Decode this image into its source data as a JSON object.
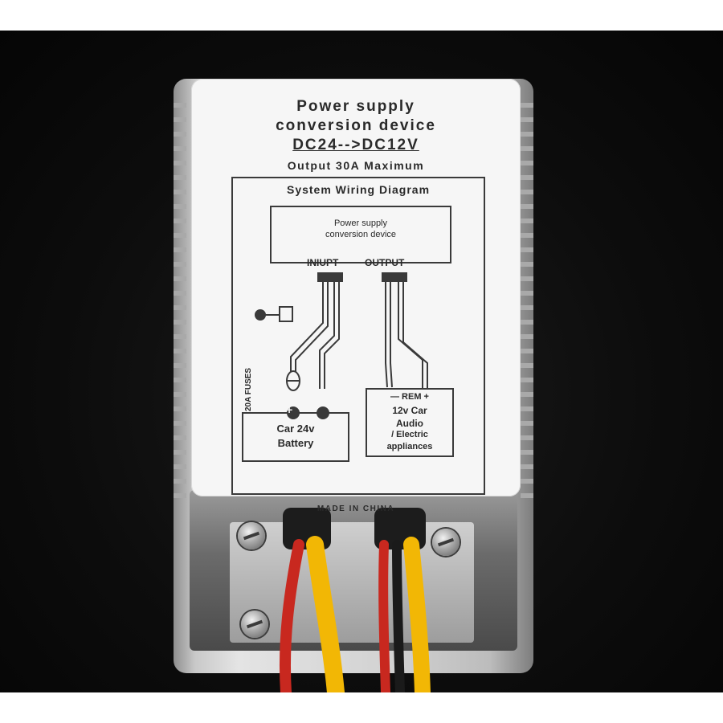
{
  "label": {
    "title_line1": "Power supply",
    "title_line2": "conversion device",
    "title_line3": "DC24-->DC12V",
    "subtitle": "Output 30A Maximum",
    "diagram_title": "System Wiring Diagram",
    "device_box_line1": "Power supply",
    "device_box_line2": "conversion device",
    "input_label": "INIUPT",
    "output_label": "OUTPUT",
    "fuse_label": "20A FUSES",
    "battery_line1": "Car 24v",
    "battery_line2": "Battery",
    "load_polarity": "— REM +",
    "load_line1": "12v Car",
    "load_line2": "Audio",
    "load_line3": "/ Electric",
    "load_line4": "appliances",
    "plus_sign": "+",
    "made_in": "MADE IN CHINA"
  },
  "colors": {
    "background": "#0d0d0d",
    "label": "#f6f6f6",
    "ink": "#2a2a2a",
    "wire_red": "#c8281f",
    "wire_yellow": "#f2b705",
    "wire_black": "#1a1a1a",
    "aluminum": "#cfcfcf"
  }
}
